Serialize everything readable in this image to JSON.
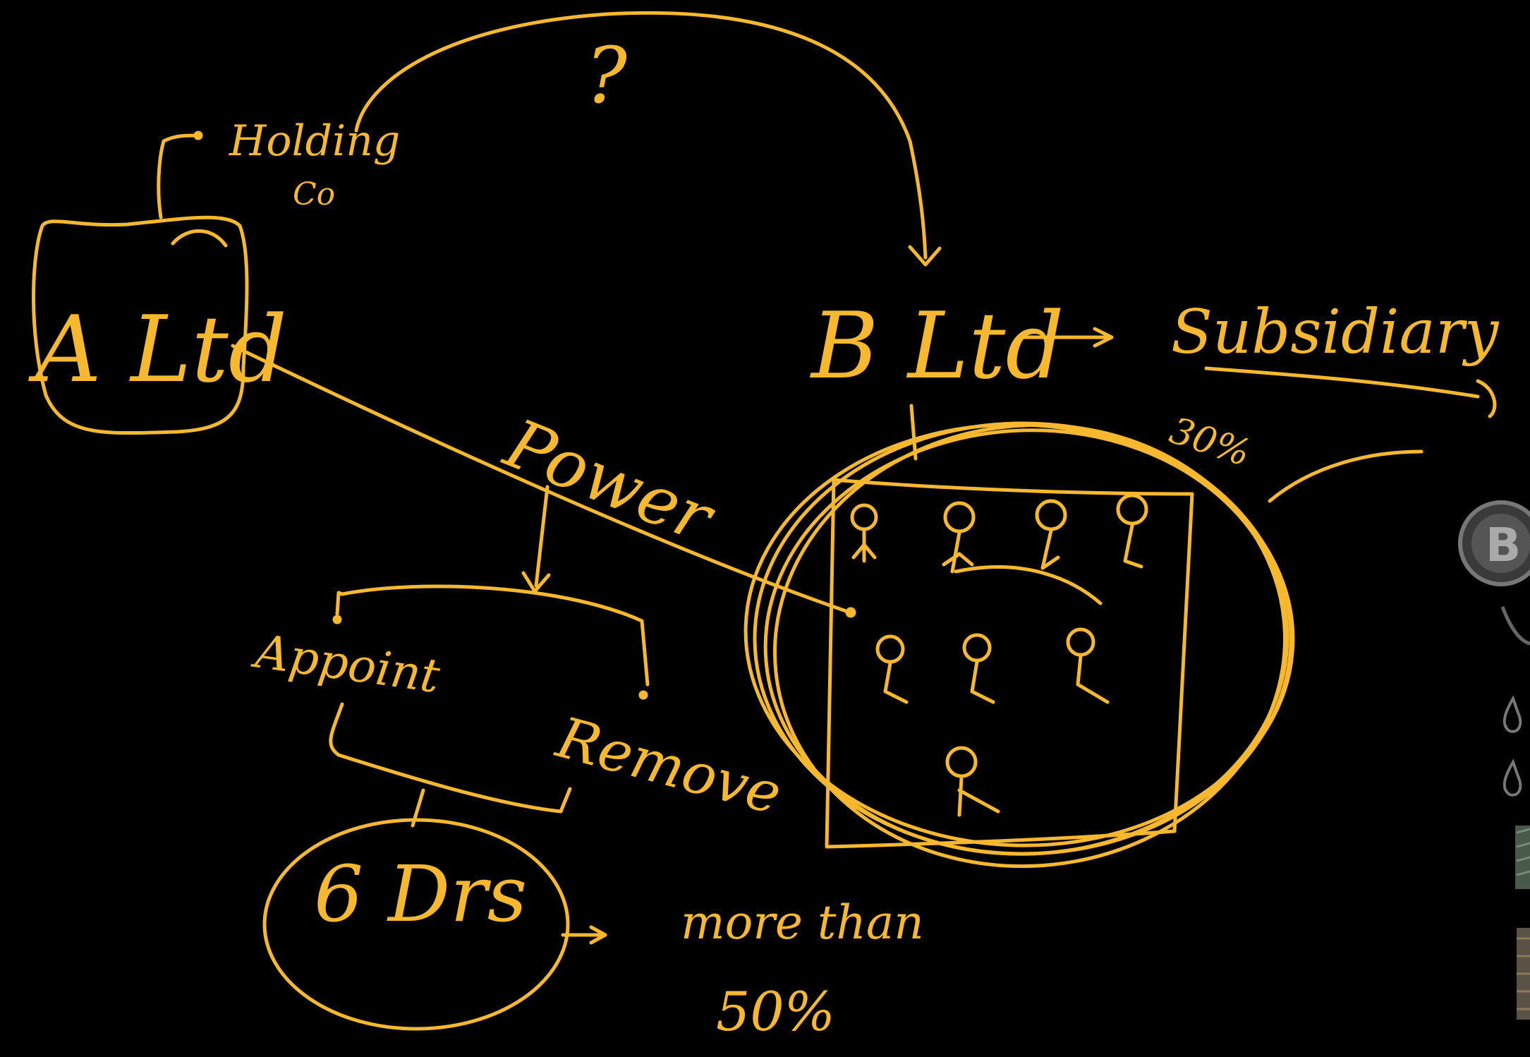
{
  "ink_color": "#F5B82E",
  "labels": {
    "company_a": "A Ltd",
    "holding": "Holding",
    "holding_co": "Co",
    "question_mark": "?",
    "company_b": "B Ltd",
    "subsidiary": "Subsidiary",
    "power": "Power",
    "appoint": "Appoint",
    "remove": "Remove",
    "directors": "6 Drs",
    "more_than": "more than",
    "fifty_percent": "50%",
    "thirty_percent": "30%"
  },
  "board_member_count": 8,
  "side_icons": [
    "bitcoin-icon",
    "droplet-icon",
    "droplet-icon",
    "cash-stack-icon",
    "coin-stack-icon"
  ]
}
